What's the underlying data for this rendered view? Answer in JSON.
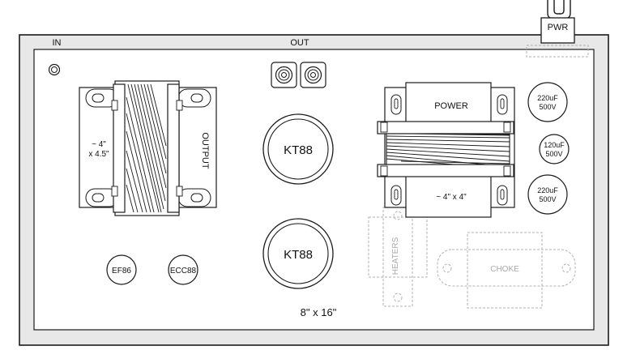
{
  "labels": {
    "in": "IN",
    "out": "OUT",
    "pwr": "PWR",
    "output_xfmr": "OUTPUT",
    "output_size_1": "~ 4\"",
    "output_size_2": "x 4.5\"",
    "power_xfmr": "POWER",
    "power_size": "~ 4\" x 4\"",
    "kt88_top": "KT88",
    "kt88_bottom": "KT88",
    "ef86": "EF86",
    "ecc88": "ECC88",
    "cap1_a": "220uF",
    "cap1_b": "500V",
    "cap2_a": "120uF",
    "cap2_b": "500V",
    "cap3_a": "220uF",
    "cap3_b": "500V",
    "heaters": "HEATERS",
    "choke": "CHOKE",
    "chassis_size": "8\" x 16\""
  },
  "colors": {
    "outline": "#1a1a1a",
    "chassis_fill": "#e8e8e8",
    "deck_fill": "#ffffff",
    "ghost": "#b0b0b0"
  },
  "icons": [
    "input-jack-icon",
    "speaker-terminal-icon",
    "power-cord-icon"
  ]
}
